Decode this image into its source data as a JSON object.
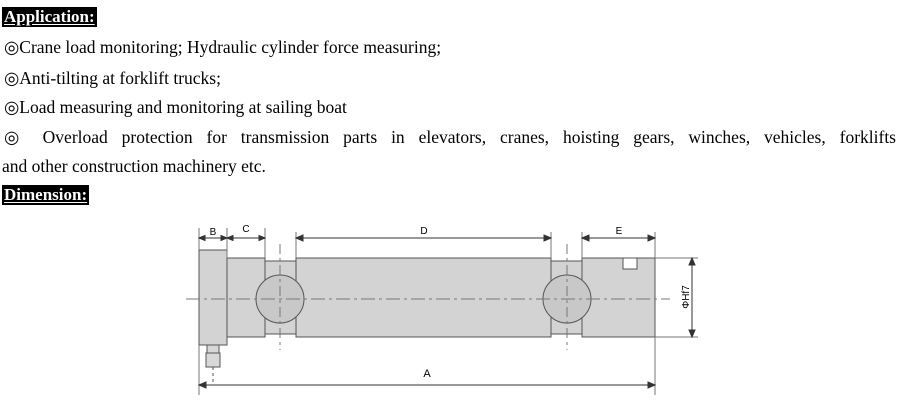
{
  "application": {
    "heading": "Application:",
    "items": [
      "◎Crane load monitoring; Hydraulic cylinder force measuring;",
      "◎Anti-tilting at forklift trucks;",
      "◎Load measuring and monitoring at sailing boat"
    ],
    "overload_line1": "◎ Overload protection for transmission parts in elevators, cranes, hoisting gears, winches, vehicles, forklifts",
    "overload_line2": "and other construction machinery etc."
  },
  "dimension": {
    "heading": "Dimension:",
    "labels": {
      "b": "B",
      "c": "C",
      "d": "D",
      "e": "E",
      "a": "A",
      "phi": "ΦHf7"
    }
  }
}
